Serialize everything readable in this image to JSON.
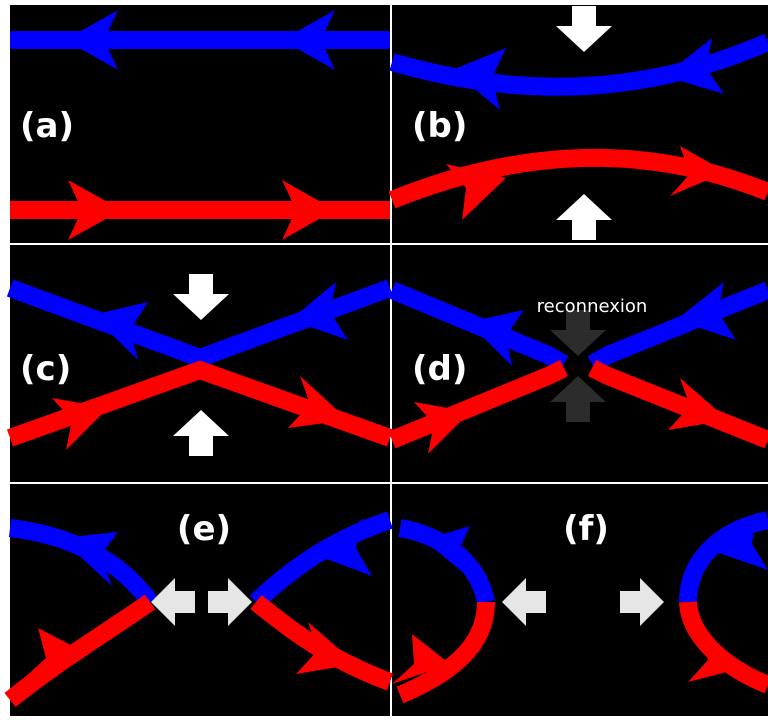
{
  "panels": [
    {
      "id": "a",
      "label": "(a)"
    },
    {
      "id": "b",
      "label": "(b)"
    },
    {
      "id": "c",
      "label": "(c)"
    },
    {
      "id": "d",
      "label": "(d)",
      "annotation": "reconnexion"
    },
    {
      "id": "e",
      "label": "(e)"
    },
    {
      "id": "f",
      "label": "(f)"
    }
  ],
  "colors": {
    "background": "#000000",
    "divider": "#c8c8c8",
    "field_line_upper": "#0000ff",
    "field_line_lower": "#ff0000",
    "arrow_push": "#ffffff",
    "arrow_faded": "#2c2c2c",
    "arrow_outflow": "#e6e6e6"
  }
}
